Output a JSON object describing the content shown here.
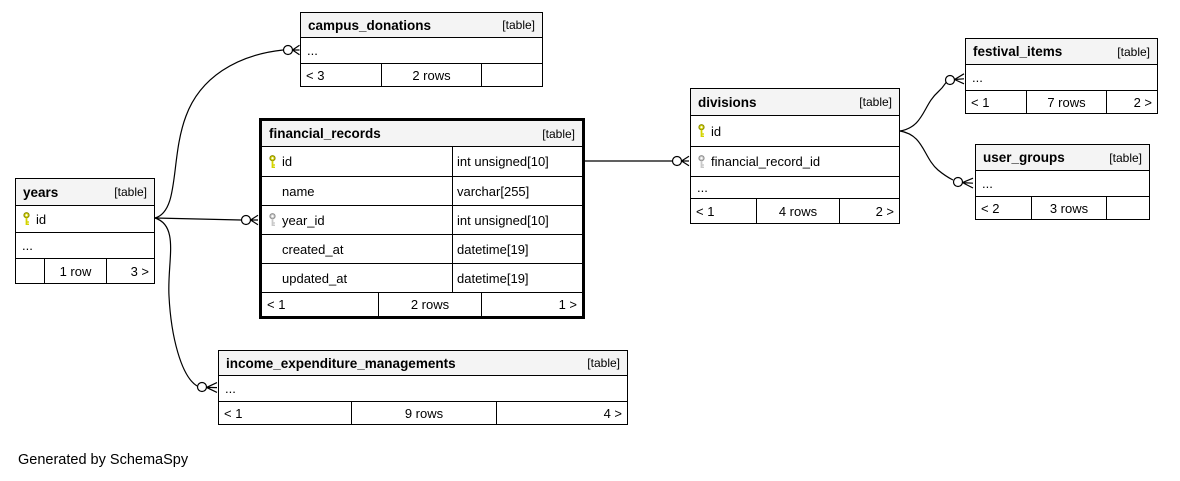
{
  "caption": "Generated by SchemaSpy",
  "icon_colors": {
    "primary_key": "#d4d400",
    "primary_key_outline": "#8b8b00",
    "foreign_key": "#c9c9c9",
    "foreign_key_outline": "#8f8f8f"
  },
  "tables": [
    {
      "name": "years",
      "tag": "[table]",
      "rows": [
        {
          "icon": "primary-key",
          "name": "id",
          "type": null
        },
        {
          "icon": null,
          "name": "...",
          "type": null
        }
      ],
      "footer": [
        "",
        "1 row",
        "3 >"
      ]
    },
    {
      "name": "campus_donations",
      "tag": "[table]",
      "rows": [
        {
          "icon": null,
          "name": "...",
          "type": null
        }
      ],
      "footer": [
        "< 3",
        "2 rows",
        ""
      ]
    },
    {
      "name": "financial_records",
      "tag": "[table]",
      "rows": [
        {
          "icon": "primary-key",
          "name": "id",
          "type": "int unsigned[10]"
        },
        {
          "icon": null,
          "name": "name",
          "type": "varchar[255]"
        },
        {
          "icon": "foreign-key",
          "name": "year_id",
          "type": "int unsigned[10]"
        },
        {
          "icon": null,
          "name": "created_at",
          "type": "datetime[19]"
        },
        {
          "icon": null,
          "name": "updated_at",
          "type": "datetime[19]"
        }
      ],
      "footer": [
        "< 1",
        "2 rows",
        "1 >"
      ]
    },
    {
      "name": "divisions",
      "tag": "[table]",
      "rows": [
        {
          "icon": "primary-key",
          "name": "id",
          "type": null
        },
        {
          "icon": "foreign-key",
          "name": "financial_record_id",
          "type": null
        },
        {
          "icon": null,
          "name": "...",
          "type": null
        }
      ],
      "footer": [
        "< 1",
        "4 rows",
        "2 >"
      ]
    },
    {
      "name": "festival_items",
      "tag": "[table]",
      "rows": [
        {
          "icon": null,
          "name": "...",
          "type": null
        }
      ],
      "footer": [
        "< 1",
        "7 rows",
        "2 >"
      ]
    },
    {
      "name": "user_groups",
      "tag": "[table]",
      "rows": [
        {
          "icon": null,
          "name": "...",
          "type": null
        }
      ],
      "footer": [
        "< 2",
        "3 rows",
        ""
      ]
    },
    {
      "name": "income_expenditure_managements",
      "tag": "[table]",
      "rows": [
        {
          "icon": null,
          "name": "...",
          "type": null
        }
      ],
      "footer": [
        "< 1",
        "9 rows",
        "4 >"
      ]
    }
  ],
  "relationships": [
    {
      "from": "years.id",
      "to": "campus_donations"
    },
    {
      "from": "years.id",
      "to": "financial_records.year_id"
    },
    {
      "from": "years.id",
      "to": "income_expenditure_managements"
    },
    {
      "from": "financial_records.id",
      "to": "divisions.financial_record_id"
    },
    {
      "from": "divisions.id",
      "to": "festival_items"
    },
    {
      "from": "divisions.id",
      "to": "user_groups"
    }
  ]
}
